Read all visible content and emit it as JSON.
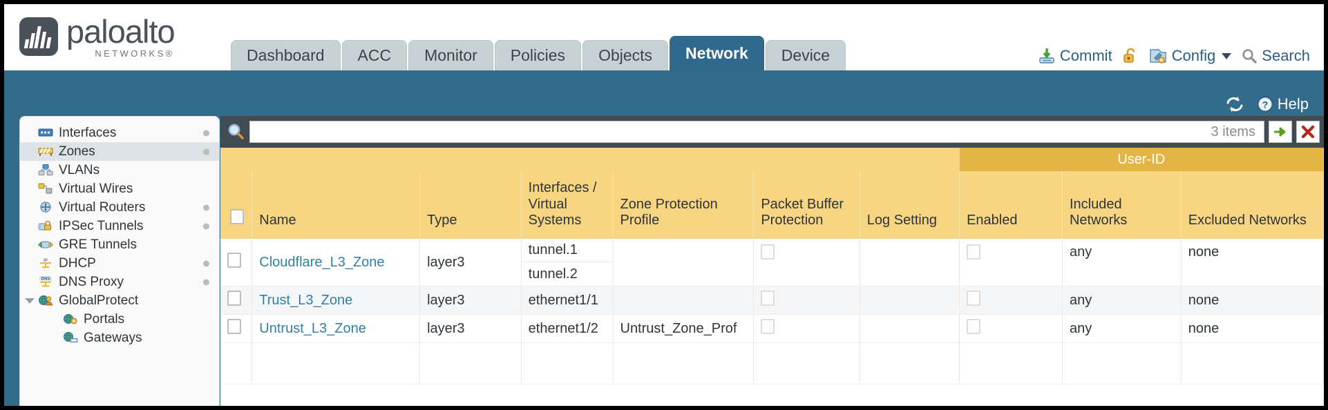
{
  "brand": {
    "name": "paloalto",
    "tagline": "NETWORKS®"
  },
  "nav": {
    "tabs": [
      {
        "label": "Dashboard",
        "active": false
      },
      {
        "label": "ACC",
        "active": false
      },
      {
        "label": "Monitor",
        "active": false
      },
      {
        "label": "Policies",
        "active": false
      },
      {
        "label": "Objects",
        "active": false
      },
      {
        "label": "Network",
        "active": true
      },
      {
        "label": "Device",
        "active": false
      }
    ]
  },
  "utility": {
    "commit": "Commit",
    "lock_icon": "unlock-icon",
    "config": "Config",
    "search": "Search"
  },
  "bluebar": {
    "refresh_icon": "refresh-icon",
    "help": "Help"
  },
  "sidebar": {
    "items": [
      {
        "label": "Interfaces",
        "icon": "interfaces-icon",
        "selected": false,
        "dot": true,
        "child": false,
        "caret": false
      },
      {
        "label": "Zones",
        "icon": "zones-icon",
        "selected": true,
        "dot": true,
        "child": false,
        "caret": false
      },
      {
        "label": "VLANs",
        "icon": "vlans-icon",
        "selected": false,
        "dot": false,
        "child": false,
        "caret": false
      },
      {
        "label": "Virtual Wires",
        "icon": "virtual-wires-icon",
        "selected": false,
        "dot": false,
        "child": false,
        "caret": false
      },
      {
        "label": "Virtual Routers",
        "icon": "virtual-routers-icon",
        "selected": false,
        "dot": true,
        "child": false,
        "caret": false
      },
      {
        "label": "IPSec Tunnels",
        "icon": "ipsec-tunnels-icon",
        "selected": false,
        "dot": true,
        "child": false,
        "caret": false
      },
      {
        "label": "GRE Tunnels",
        "icon": "gre-tunnels-icon",
        "selected": false,
        "dot": false,
        "child": false,
        "caret": false
      },
      {
        "label": "DHCP",
        "icon": "dhcp-icon",
        "selected": false,
        "dot": true,
        "child": false,
        "caret": false
      },
      {
        "label": "DNS Proxy",
        "icon": "dns-proxy-icon",
        "selected": false,
        "dot": true,
        "child": false,
        "caret": false
      },
      {
        "label": "GlobalProtect",
        "icon": "globalprotect-icon",
        "selected": false,
        "dot": false,
        "child": false,
        "caret": true
      },
      {
        "label": "Portals",
        "icon": "portals-icon",
        "selected": false,
        "dot": false,
        "child": true,
        "caret": false
      },
      {
        "label": "Gateways",
        "icon": "gateways-icon",
        "selected": false,
        "dot": false,
        "child": true,
        "caret": false
      }
    ]
  },
  "search": {
    "value": "",
    "placeholder": "",
    "items_count": "3 items",
    "apply_icon": "green-arrow-icon",
    "clear_icon": "red-x-icon"
  },
  "table": {
    "group_header": "User-ID",
    "columns": [
      "Name",
      "Type",
      "Interfaces / Virtual Systems",
      "Zone Protection Profile",
      "Packet Buffer Protection",
      "Log Setting",
      "Enabled",
      "Included Networks",
      "Excluded Networks"
    ],
    "rows": [
      {
        "name": "Cloudflare_L3_Zone",
        "type": "layer3",
        "interfaces": [
          "tunnel.1",
          "tunnel.2"
        ],
        "zone_protection_profile": "",
        "packet_buffer_protection": false,
        "log_setting": "",
        "userid_enabled": false,
        "included_networks": "any",
        "excluded_networks": "none"
      },
      {
        "name": "Trust_L3_Zone",
        "type": "layer3",
        "interfaces": [
          "ethernet1/1"
        ],
        "zone_protection_profile": "",
        "packet_buffer_protection": false,
        "log_setting": "",
        "userid_enabled": false,
        "included_networks": "any",
        "excluded_networks": "none"
      },
      {
        "name": "Untrust_L3_Zone",
        "type": "layer3",
        "interfaces": [
          "ethernet1/2"
        ],
        "zone_protection_profile": "Untrust_Zone_Prof",
        "packet_buffer_protection": false,
        "log_setting": "",
        "userid_enabled": false,
        "included_networks": "any",
        "excluded_networks": "none"
      }
    ]
  },
  "colors": {
    "brand_blue": "#336b8a",
    "tab_active": "#2f6a8c",
    "header_gold": "#f7d581",
    "group_gold": "#e3b545",
    "link_blue": "#2f7fa6"
  }
}
